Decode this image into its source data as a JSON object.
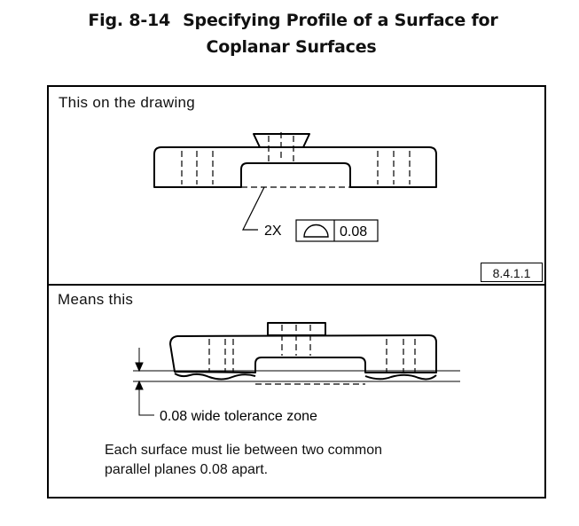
{
  "figure": {
    "number": "Fig. 8-14",
    "title_line1": "Specifying Profile of a Surface for",
    "title_line2": "Coplanar Surfaces"
  },
  "top_panel": {
    "label": "This on the drawing",
    "multiplier": "2X",
    "tolerance_value": "0.08",
    "symbol_icon": "profile-of-a-surface-icon",
    "reference": "8.4.1.1"
  },
  "bottom_panel": {
    "label": "Means this",
    "zone_callout": "0.08 wide tolerance zone",
    "note_line1": "Each surface must lie between two common",
    "note_line2": "parallel planes 0.08 apart."
  }
}
